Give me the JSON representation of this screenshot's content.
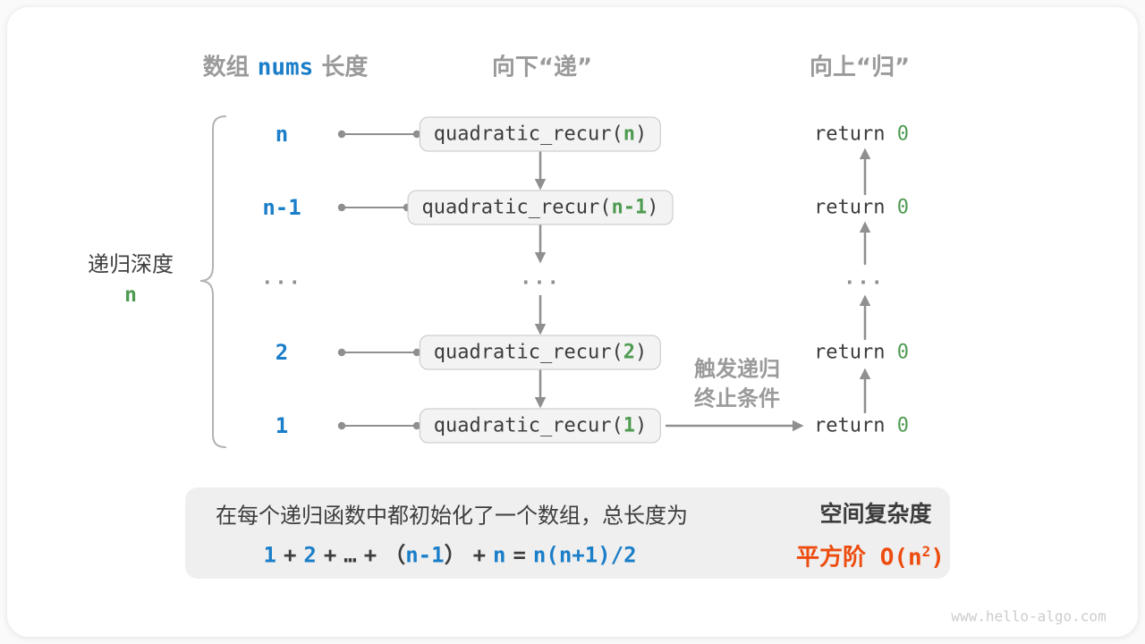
{
  "headers": {
    "array_pre": "数组 ",
    "array_code": "nums",
    "array_post": " 长度",
    "down": "向下“递”",
    "up": "向上“归”"
  },
  "depth_brace": {
    "label": "递归深度",
    "value": "n"
  },
  "ellipsis": "...",
  "rows": [
    {
      "length": "n",
      "call_fn": "quadratic_recur(",
      "call_arg": "n",
      "call_end": ")",
      "return_kw": "return ",
      "return_val": "0"
    },
    {
      "length": "n-1",
      "call_fn": "quadratic_recur(",
      "call_arg": "n-1",
      "call_end": ")",
      "return_kw": "return ",
      "return_val": "0"
    },
    {
      "length": "2",
      "call_fn": "quadratic_recur(",
      "call_arg": "2",
      "call_end": ")",
      "return_kw": "return ",
      "return_val": "0"
    },
    {
      "length": "1",
      "call_fn": "quadratic_recur(",
      "call_arg": "1",
      "call_end": ")",
      "return_kw": "return ",
      "return_val": "0"
    }
  ],
  "trigger_note": {
    "line1": "触发递归",
    "line2": "终止条件"
  },
  "summary": {
    "line1": "在每个递归函数中都初始化了一个数组，总长度为",
    "formula": {
      "p1": "1",
      "op1": "+",
      "p2": "2",
      "op2": "+",
      "dots": "…",
      "op3": "+",
      "open": "（",
      "p3": "n-1",
      "close": "）",
      "op4": "+",
      "p4": "n",
      "eq": "=",
      "p5": "n(n+1)/2"
    },
    "result_title": "空间复杂度",
    "result_pre": "平方阶 O(n",
    "result_sup": "2",
    "result_post": ")"
  },
  "watermark": "www.hello-algo.com",
  "colors": {
    "blue": "#1b7ec9",
    "green": "#4e9b51",
    "orange": "#ed4c0f",
    "gray_text": "#9a9a9a",
    "arrow_gray": "#8f8f8f"
  }
}
